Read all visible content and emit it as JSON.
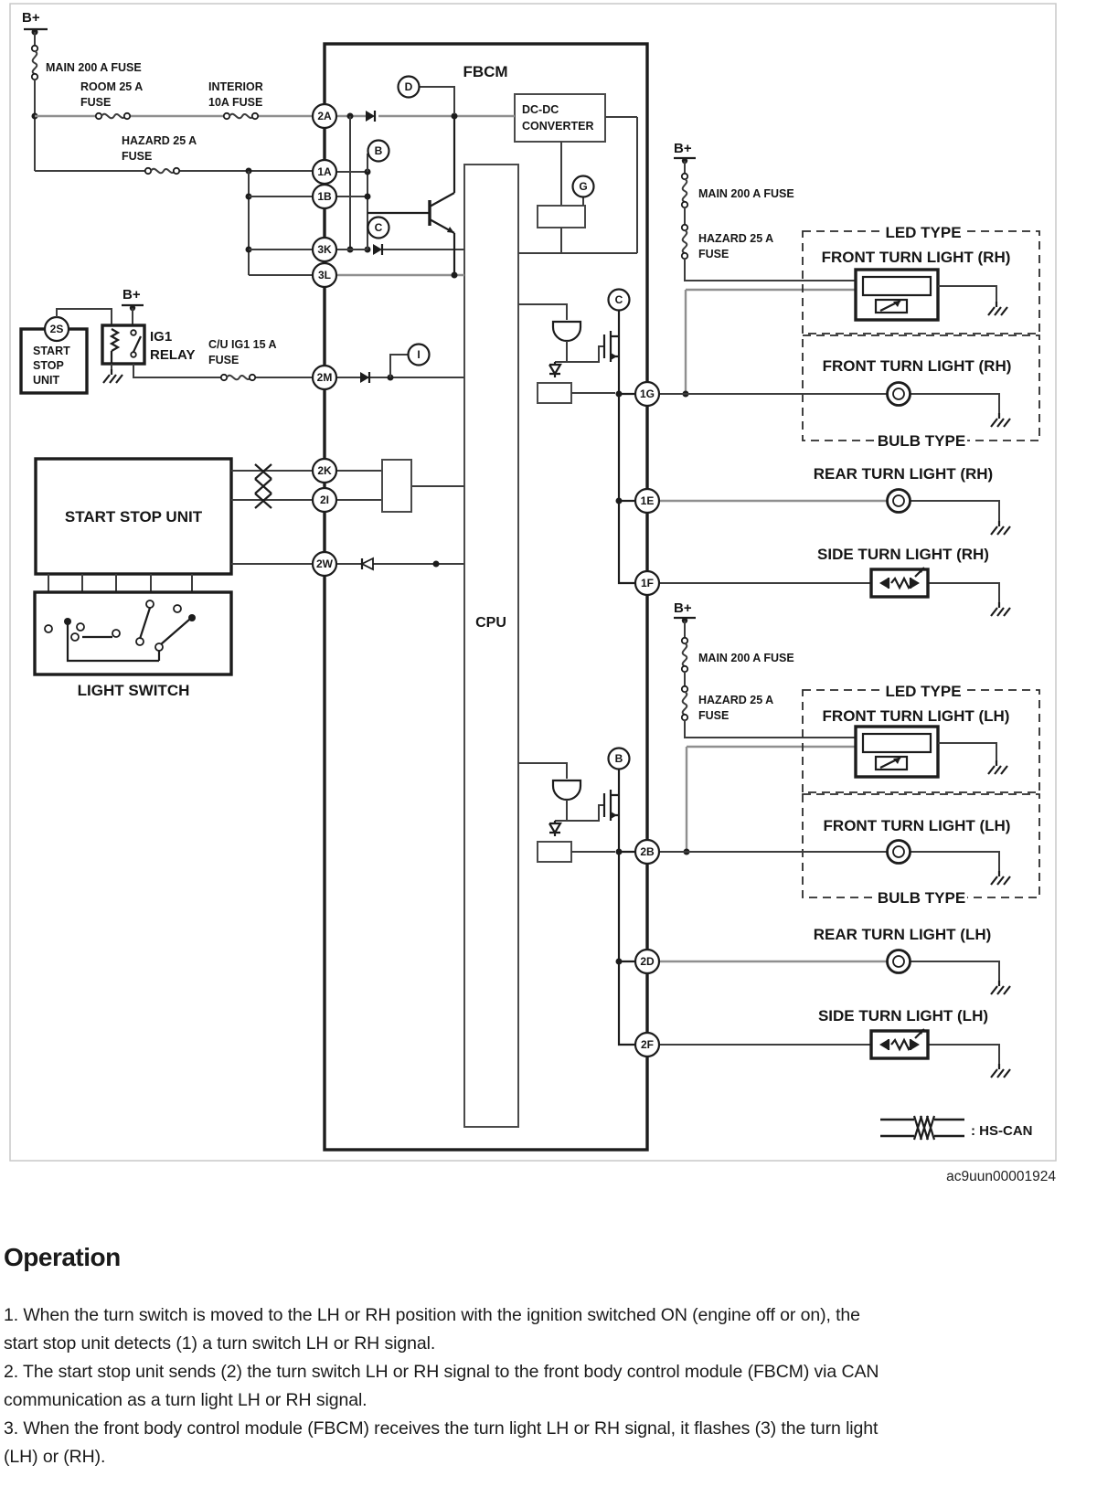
{
  "diagram": {
    "figure_code": "ac9uun00001924",
    "labels": {
      "b_plus": "B+",
      "main_fuse": "MAIN 200 A FUSE",
      "room_fuse_1": "ROOM 25 A",
      "interior_fuse_1": "INTERIOR",
      "interior_fuse_2": "10A FUSE",
      "hazard_fuse_1": "HAZARD 25 A",
      "fuse": "FUSE",
      "fbcm": "FBCM",
      "cpu": "CPU",
      "dcdc_1": "DC-DC",
      "dcdc_2": "CONVERTER",
      "ig1": "IG1",
      "relay": "RELAY",
      "cu_fuse_1": "C/U IG1 15 A",
      "ssu_1": "START",
      "ssu_2": "STOP",
      "ssu_3": "UNIT",
      "start_stop_unit": "START STOP UNIT",
      "light_switch": "LIGHT SWITCH",
      "led_type": "LED TYPE",
      "bulb_type": "BULB TYPE",
      "front_turn_rh": "FRONT TURN LIGHT (RH)",
      "rear_turn_rh": "REAR TURN LIGHT (RH)",
      "side_turn_rh": "SIDE TURN LIGHT (RH)",
      "front_turn_lh": "FRONT TURN LIGHT (LH)",
      "rear_turn_lh": "REAR TURN LIGHT (LH)",
      "side_turn_lh": "SIDE TURN LIGHT (LH)",
      "hs_can": ": HS-CAN"
    },
    "connectors": {
      "c2A": "2A",
      "c1A": "1A",
      "c1B": "1B",
      "c3K": "3K",
      "c3L": "3L",
      "c2M": "2M",
      "c2K": "2K",
      "c2I": "2I",
      "c2W": "2W",
      "c2S": "2S",
      "c1G": "1G",
      "c1E": "1E",
      "c1F": "1F",
      "c2B": "2B",
      "c2D": "2D",
      "c2F": "2F"
    },
    "callouts": {
      "D": "D",
      "B": "B",
      "C": "C",
      "G": "G",
      "I": "I"
    }
  },
  "operation": {
    "heading": "Operation",
    "steps": [
      "1. When the turn switch is moved to the LH or RH position with the ignition switched ON (engine off or on), the\nstart stop unit detects (1) a turn switch LH or RH signal.",
      "2. The start stop unit sends (2) the turn switch LH or RH signal to the front body control module (FBCM) via CAN\ncommunication as a turn light LH or RH signal.",
      "3. When the front body control module (FBCM) receives the turn light LH or RH signal, it flashes (3) the turn light\n(LH) or (RH)."
    ]
  }
}
